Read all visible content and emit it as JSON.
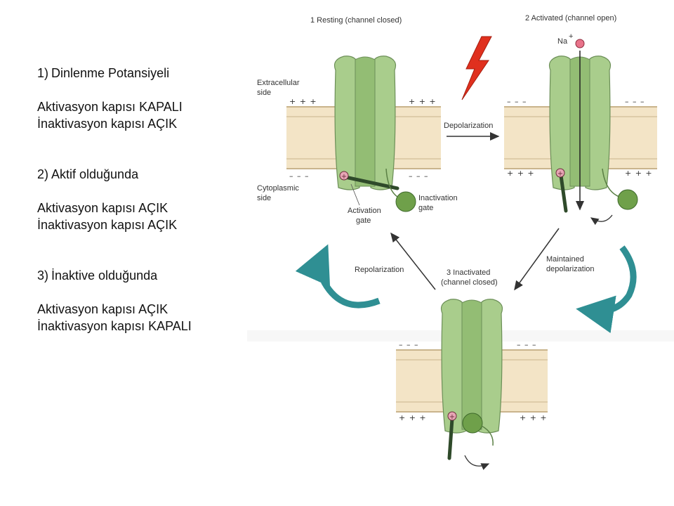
{
  "notes": {
    "s1": {
      "num": "1)",
      "title": "Dinlenme Potansiyeli",
      "act": "Aktivasyon kapısı KAPALI",
      "inact": "İnaktivasyon kapısı AÇIK"
    },
    "s2": {
      "num": "2)",
      "title": "Aktif olduğunda",
      "act": "Aktivasyon kapısı AÇIK",
      "inact": "İnaktivasyon kapısı AÇIK"
    },
    "s3": {
      "num": "3)",
      "title": "İnaktive olduğunda",
      "act": "Aktivasyon kapısı AÇIK",
      "inact": "İnaktivasyon kapısı KAPALI"
    }
  },
  "diagram": {
    "state1_title": "1  Resting (channel closed)",
    "state2_title": "2  Activated (channel open)",
    "state3_title_line1": "3  Inactivated",
    "state3_title_line2": "(channel closed)",
    "extracellular_line1": "Extracellular",
    "extracellular_line2": "side",
    "cytoplasmic_line1": "Cytoplasmic",
    "cytoplasmic_line2": "side",
    "activation_gate_line1": "Activation",
    "activation_gate_line2": "gate",
    "inactivation_gate_line1": "Inactivation",
    "inactivation_gate_line2": "gate",
    "depolarization": "Depolarization",
    "repolarization": "Repolarization",
    "maintained_line1": "Maintained",
    "maintained_line2": "depolarization",
    "na": "Na",
    "na_charge": "+",
    "plus_signs": "+ + +",
    "minus_signs": "– – –",
    "gate_charge": "+"
  }
}
